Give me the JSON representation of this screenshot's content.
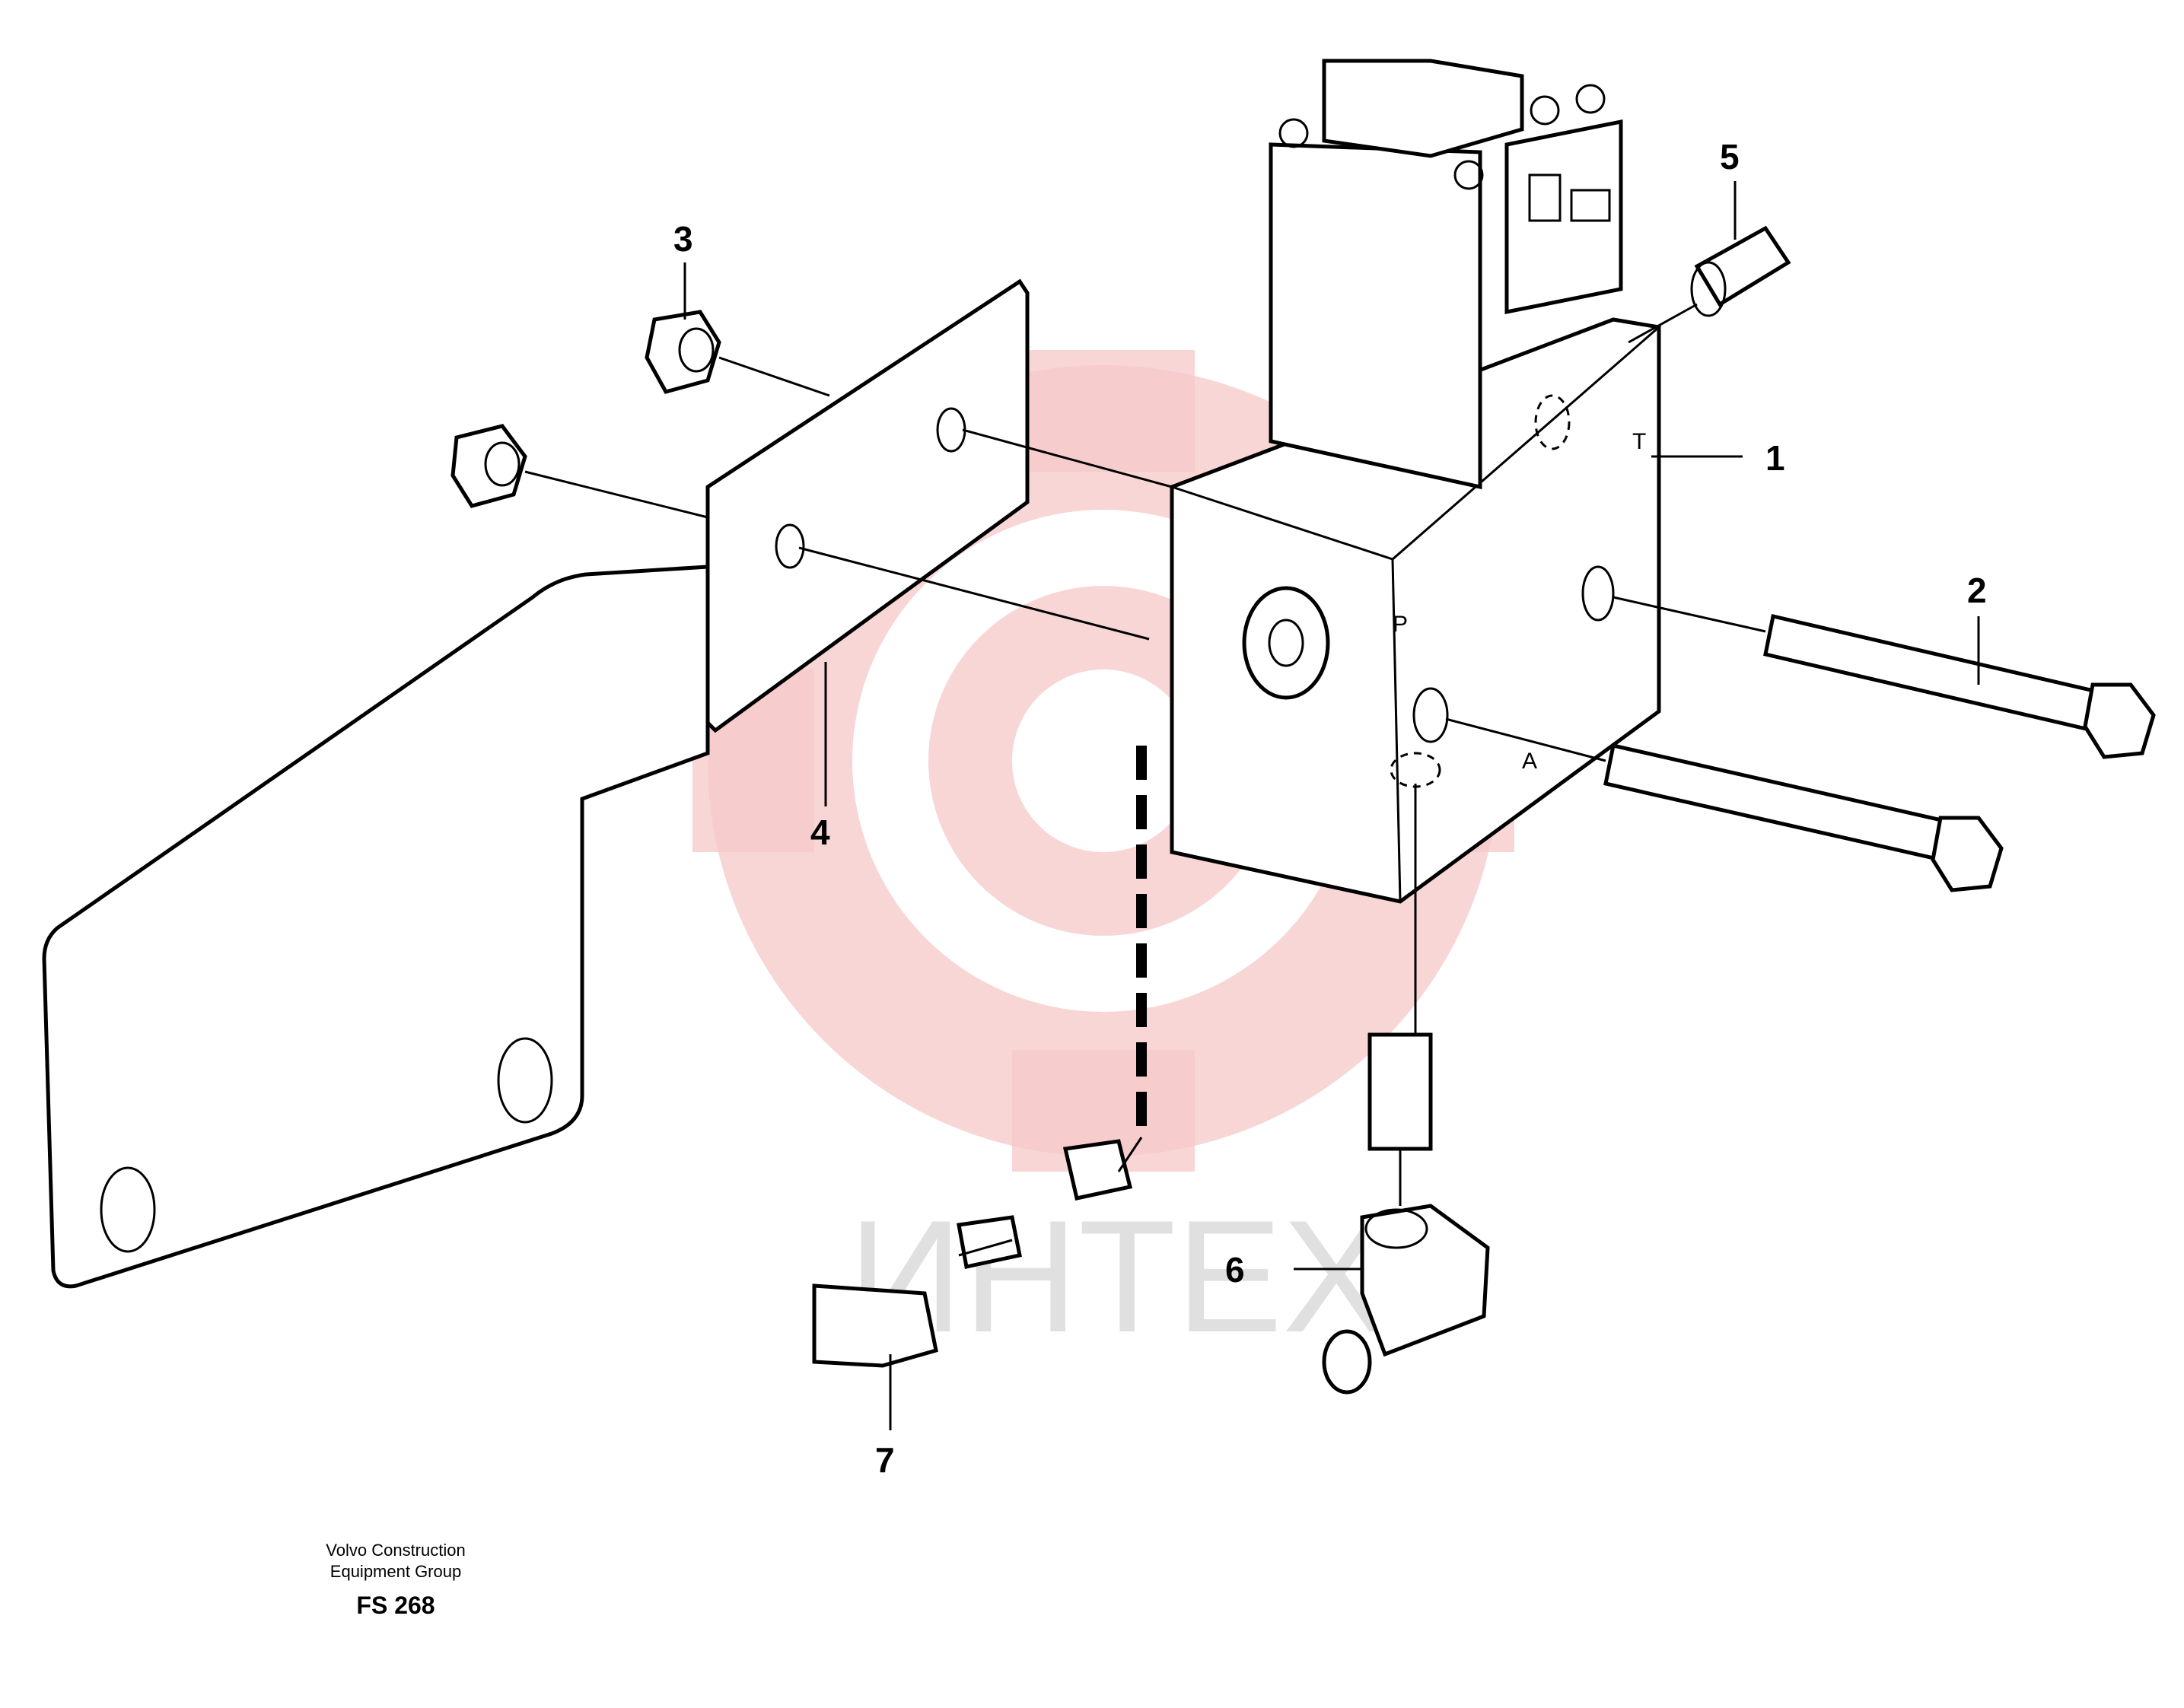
{
  "watermark": {
    "text": "ИНТЕХ",
    "color": "#f0b7b7"
  },
  "callouts": [
    "1",
    "2",
    "3",
    "4",
    "5",
    "6",
    "7"
  ],
  "port_labels": {
    "t": "T",
    "p": "P",
    "a": "A"
  },
  "footer": {
    "line1": "Volvo Construction",
    "line2": "Equipment Group",
    "code": "FS 268"
  }
}
